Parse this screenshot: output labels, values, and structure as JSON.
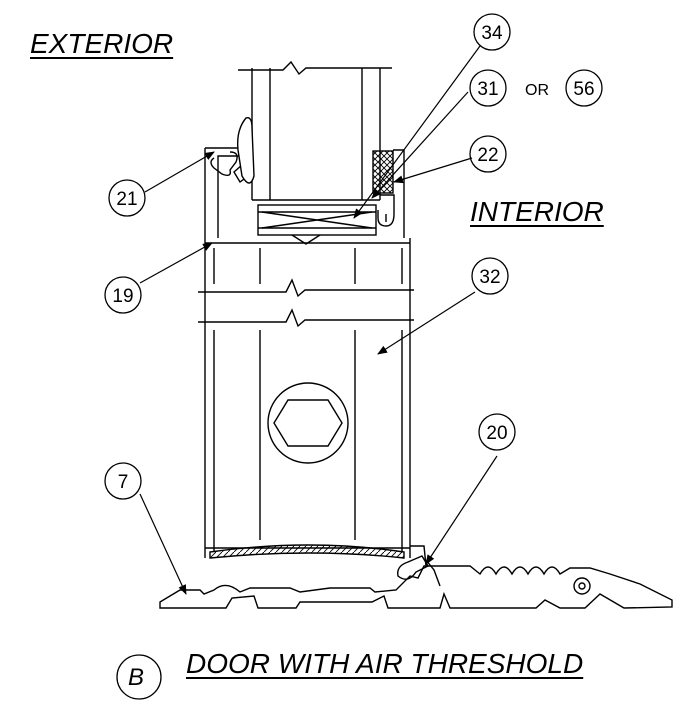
{
  "labels": {
    "exterior": "EXTERIOR",
    "interior": "INTERIOR",
    "title": "DOOR WITH AIR THRESHOLD",
    "detail_letter": "B",
    "or_text": "OR"
  },
  "callouts": [
    "34",
    "31",
    "56",
    "22",
    "21",
    "19",
    "32",
    "20",
    "7"
  ],
  "colors": {
    "ink": "#000000",
    "paper": "#ffffff"
  }
}
